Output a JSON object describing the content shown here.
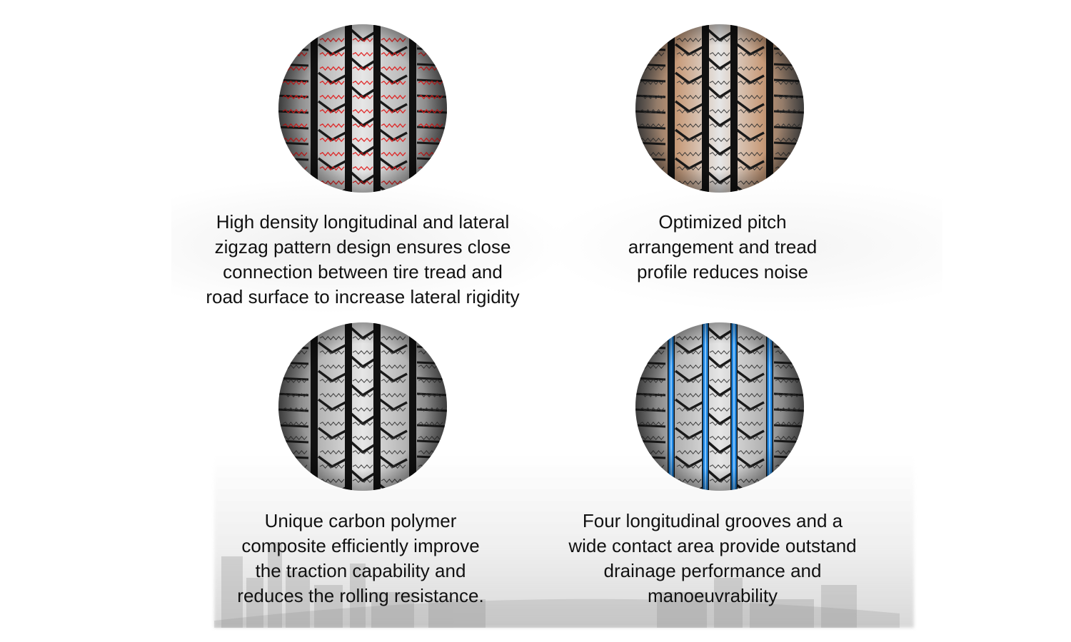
{
  "features": [
    {
      "lines": [
        "High density longitudinal and lateral",
        "zigzag pattern design ensures close",
        "connection between tire tread and",
        "road surface to increase lateral rigidity"
      ],
      "tint": "#b8b8b8",
      "highlight": "#e01a1a",
      "icon": "tread-zigzag-icon"
    },
    {
      "lines": [
        "Optimized pitch",
        "arrangement and tread",
        "profile reduces noise"
      ],
      "tint": "#c79a78",
      "highlight": "",
      "icon": "tread-pitch-icon"
    },
    {
      "lines": [
        "Unique carbon polymer",
        "composite efficiently improve",
        "the traction capability and",
        "reduces the rolling resistance."
      ],
      "tint": "#b5b5b5",
      "highlight": "",
      "icon": "tread-compound-icon"
    },
    {
      "lines": [
        "Four longitudinal grooves and a",
        "wide contact area provide outstand",
        "drainage performance and",
        "manoeuvrability"
      ],
      "tint": "#b3b3b3",
      "highlight": "#1e88e5",
      "icon": "tread-grooves-icon"
    }
  ]
}
